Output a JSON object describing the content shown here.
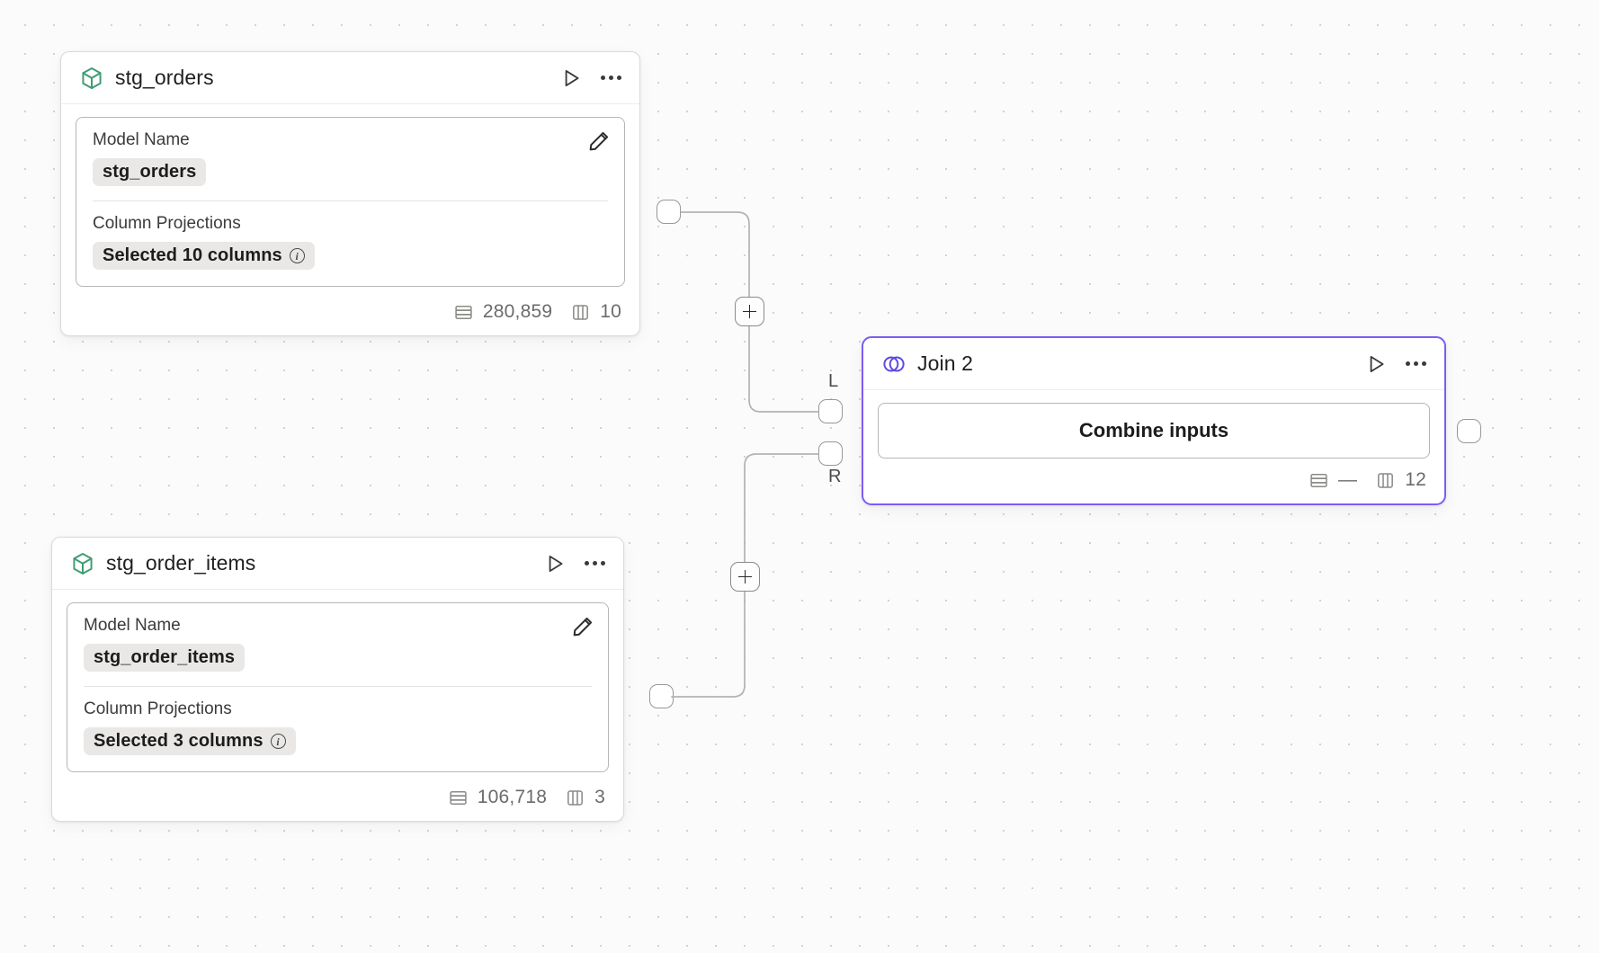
{
  "canvas": {
    "grid": "dot-grid",
    "background_color": "#fbfbfb",
    "dot_color": "#d4d2d0"
  },
  "nodes": [
    {
      "id": "stg_orders",
      "type": "model",
      "title": "stg_orders",
      "icon": "cube-icon",
      "icon_color": "#3f9c72",
      "selected": false,
      "fields": [
        {
          "label": "Model Name",
          "value": "stg_orders"
        },
        {
          "label": "Column Projections",
          "value": "Selected 10 columns",
          "info": true
        }
      ],
      "stats": {
        "rows": "280,859",
        "columns": "10"
      }
    },
    {
      "id": "stg_order_items",
      "type": "model",
      "title": "stg_order_items",
      "icon": "cube-icon",
      "icon_color": "#3f9c72",
      "selected": false,
      "fields": [
        {
          "label": "Model Name",
          "value": "stg_order_items"
        },
        {
          "label": "Column Projections",
          "value": "Selected 3 columns",
          "info": true
        }
      ],
      "stats": {
        "rows": "106,718",
        "columns": "3"
      }
    },
    {
      "id": "join_2",
      "type": "join",
      "title": "Join 2",
      "icon": "venn-diagram-icon",
      "icon_color": "#5b4ae0",
      "selected": true,
      "accent_color": "#7c5cf5",
      "action_label": "Combine inputs",
      "input_ports": [
        {
          "id": "L",
          "label": "L"
        },
        {
          "id": "R",
          "label": "R"
        }
      ],
      "stats": {
        "rows": "—",
        "columns": "12"
      }
    }
  ],
  "header_actions": {
    "run_label": "run-node",
    "more_label": "more-options"
  },
  "edges": [
    {
      "from": "stg_orders",
      "to": "join_2.L",
      "add_button": "+"
    },
    {
      "from": "stg_order_items",
      "to": "join_2.R",
      "add_button": "+"
    }
  ]
}
